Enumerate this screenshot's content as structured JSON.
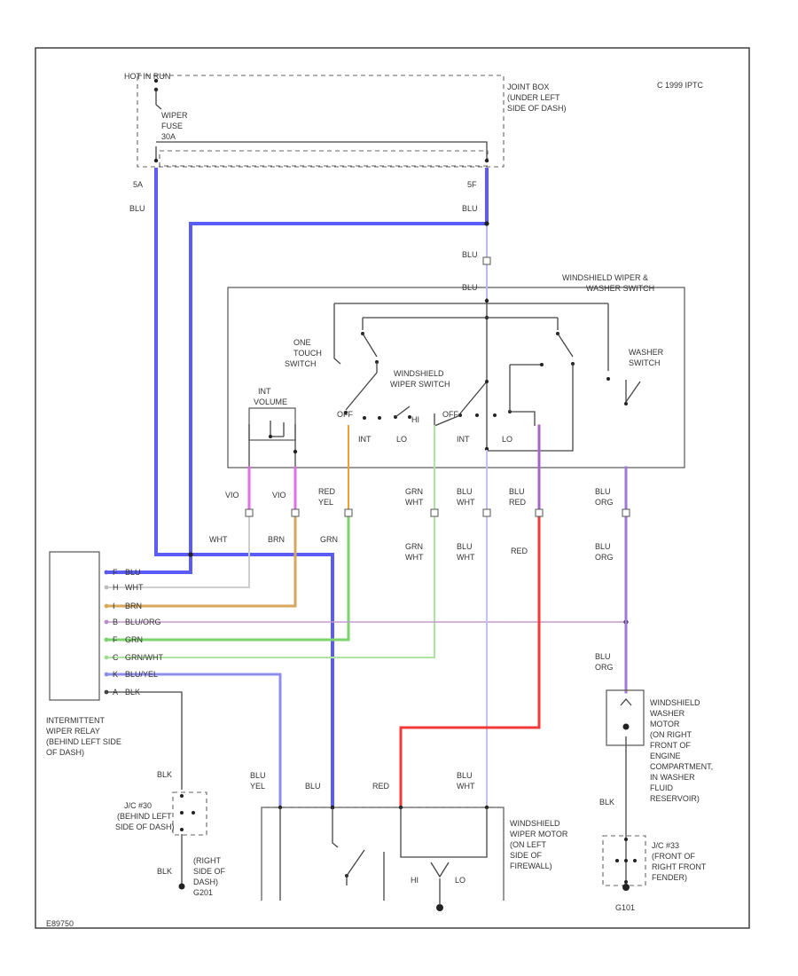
{
  "copyright": "C 1999 IPTC",
  "footer_code": "E89750",
  "hot_in_run": "HOT IN RUN",
  "fuse": [
    "WIPER",
    "FUSE",
    "30A"
  ],
  "joint_box": [
    "JOINT BOX",
    "(UNDER LEFT",
    "SIDE OF DASH)"
  ],
  "pins": {
    "p5a": "5A",
    "p5f": "5F"
  },
  "colors": {
    "blu": "#5b5bf5",
    "wht": "#bdbdbd",
    "brn": "#d7a85b",
    "bluorg": "#b98bc8",
    "grn": "#7ad46a",
    "grnwht": "#9fdc8c",
    "bluyel": "#8e8ef0",
    "blk": "#444444",
    "vio": "#d66ce0",
    "red": "#f23a3a",
    "orange": "#f0a030",
    "bluwht": "#b9b9f5",
    "blured": "#a865c8",
    "bluorg_vert": "#9f7ad6"
  },
  "switch_assembly": [
    "WINDSHIELD WIPER &",
    "WASHER SWITCH"
  ],
  "one_touch": [
    "ONE",
    "TOUCH",
    "SWITCH"
  ],
  "wiper_switch": [
    "WINDSHIELD",
    "WIPER SWITCH"
  ],
  "washer_switch": [
    "WASHER",
    "SWITCH"
  ],
  "int_volume": [
    "INT",
    "VOLUME"
  ],
  "positions": {
    "off1": "OFF",
    "hi1": "HI",
    "int1": "INT",
    "lo1": "LO",
    "off2": "OFF",
    "int2": "INT",
    "lo2": "LO",
    "hi_m": "HI",
    "lo_m": "LO"
  },
  "wire_labels": {
    "blu_top_left": "BLU",
    "blu_top_right": "BLU",
    "blu_mid": "BLU",
    "blu_sw": "BLU",
    "vio1": "VIO",
    "vio2": "VIO",
    "redyel": [
      "RED",
      "YEL"
    ],
    "grnwht1": [
      "GRN",
      "WHT"
    ],
    "bluwht1": [
      "BLU",
      "WHT"
    ],
    "blured": [
      "BLU",
      "RED"
    ],
    "bluorg1": [
      "BLU",
      "ORG"
    ],
    "wht": "WHT",
    "brn": "BRN",
    "grn": "GRN",
    "grnwht2": [
      "GRN",
      "WHT"
    ],
    "bluwht2": [
      "BLU",
      "WHT"
    ],
    "red": "RED",
    "bluorg2": [
      "BLU",
      "ORG"
    ],
    "bluorg3": [
      "BLU",
      "ORG"
    ],
    "blk_left": "BLK",
    "bluyel_m": [
      "BLU",
      "YEL"
    ],
    "blu_m": "BLU",
    "red_m": "RED",
    "bluwht_m": [
      "BLU",
      "WHT"
    ],
    "blk_right": "BLK",
    "blk_ground": "BLK"
  },
  "relay_pins": [
    {
      "pin": "F",
      "wire": "BLU"
    },
    {
      "pin": "H",
      "wire": "WHT"
    },
    {
      "pin": "I",
      "wire": "BRN"
    },
    {
      "pin": "B",
      "wire": "BLU/ORG"
    },
    {
      "pin": "F",
      "wire": "GRN"
    },
    {
      "pin": "C",
      "wire": "GRN/WHT"
    },
    {
      "pin": "K",
      "wire": "BLU/YEL"
    },
    {
      "pin": "A",
      "wire": "BLK"
    }
  ],
  "relay_label": [
    "INTERMITTENT",
    "WIPER RELAY",
    "(BEHIND LEFT SIDE",
    "OF DASH)"
  ],
  "jc_left": [
    "J/C #30",
    "(BEHIND LEFT",
    "SIDE OF DASH)"
  ],
  "ground_left": [
    "(RIGHT",
    "SIDE OF",
    "DASH)",
    "G201"
  ],
  "washer_motor": [
    "WINDSHIELD",
    "WASHER",
    "MOTOR",
    "(ON RIGHT",
    "FRONT OF",
    "ENGINE",
    "COMPARTMENT,",
    "IN WASHER",
    "FLUID",
    "RESERVOIR)"
  ],
  "wiper_motor": [
    "WINDSHIELD",
    "WIPER MOTOR",
    "(ON LEFT",
    "SIDE OF",
    "FIREWALL)"
  ],
  "jc_right": [
    "J/C #33",
    "(FRONT OF",
    "RIGHT FRONT",
    "FENDER)"
  ],
  "ground_right": "G101"
}
